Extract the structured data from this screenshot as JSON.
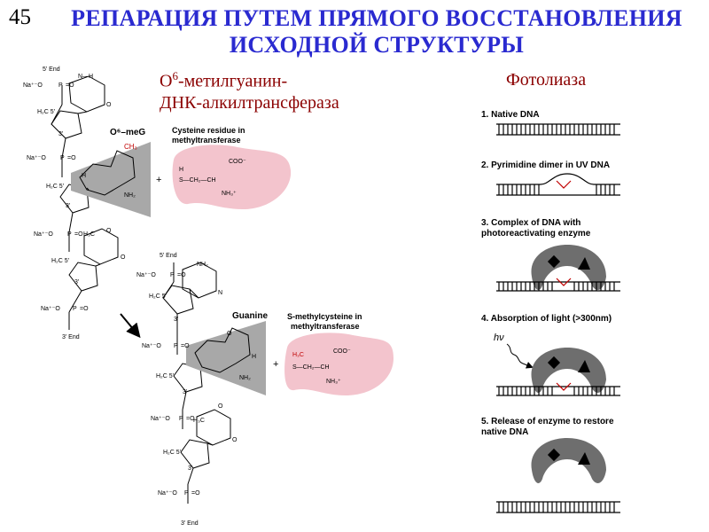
{
  "slide_number": "45",
  "title_line1": "РЕПАРАЦИЯ ПУТЕМ ПРЯМОГО ВОССТАНОВЛЕНИЯ",
  "title_line2": "ИСХОДНОЙ СТРУКТУРЫ",
  "left_label_sup": "6",
  "left_label_line1_pre": "O",
  "left_label_line1_post": "-метилгуанин-",
  "left_label_line2": "ДНК-алкилтрансфераза",
  "right_label": "Фотолиаза",
  "chem": {
    "five_end": "5' End",
    "three_end": "3' End",
    "na_o": "Na⁺⁻O",
    "p": "P",
    "o": "O",
    "h2c5": "H₂C 5'",
    "three_prime": "3'",
    "one_prime": "1'",
    "nh": "N—H",
    "h": "H",
    "n": "N",
    "ch3": "CH₃",
    "h3c": "H₃C",
    "nh2": "NH₂",
    "o6meg": "O⁶–meG",
    "guanine": "Guanine",
    "cys_title1": "Cysteine residue in",
    "cys_title2": "methyltransferase",
    "smc_title1": "S-methylcysteine in",
    "smc_title2": "methyltransferase",
    "coo": "COO⁻",
    "s_chain": "S—CH₂—CH",
    "nh3": "NH₃⁺",
    "plus": "+"
  },
  "steps": [
    {
      "label": "1. Native DNA"
    },
    {
      "label": "2. Pyrimidine dimer in UV DNA"
    },
    {
      "label": "3. Complex of DNA with",
      "label2": "photoreactivating enzyme"
    },
    {
      "label": "4. Absorption of light (>300nm)"
    },
    {
      "label": "5. Release of enzyme to restore",
      "label2": "native DNA"
    }
  ],
  "hv": "hν",
  "colors": {
    "title": "#2a2ad0",
    "russian_label": "#8b0000",
    "enzyme_pink": "#f3c4cd",
    "enzyme_gray": "#6e6e6e",
    "base_shade": "#a8a8a8",
    "dimer_red": "#c00000"
  }
}
